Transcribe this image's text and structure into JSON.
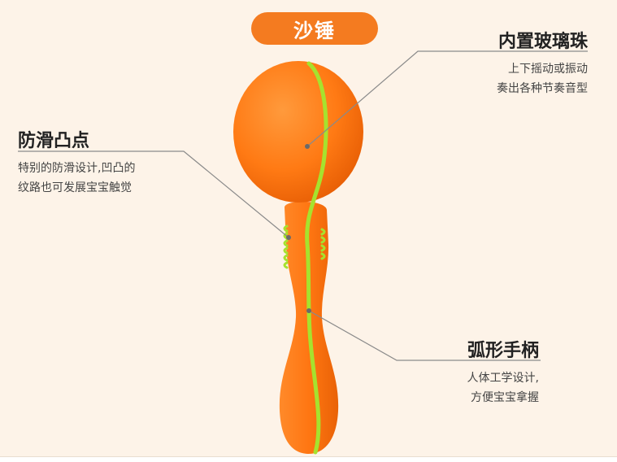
{
  "product_label": "沙锤",
  "features": {
    "glass_beads": {
      "title": "内置玻璃珠",
      "lines": [
        "上下摇动或振动",
        "奏出各种节奏音型"
      ]
    },
    "anti_slip": {
      "title": "防滑凸点",
      "lines": [
        "特别的防滑设计,凹凸的",
        "纹路也可发展宝宝触觉"
      ]
    },
    "handle": {
      "title": "弧形手柄",
      "lines": [
        "人体工学设计,",
        "方便宝宝拿握"
      ]
    }
  },
  "colors": {
    "background": "#fdf3e8",
    "accent_orange": "#f47b20",
    "maraca_orange": "#ff7a1a",
    "stripe_green": "#a6e22e",
    "leader_line": "#8a8a8a"
  }
}
